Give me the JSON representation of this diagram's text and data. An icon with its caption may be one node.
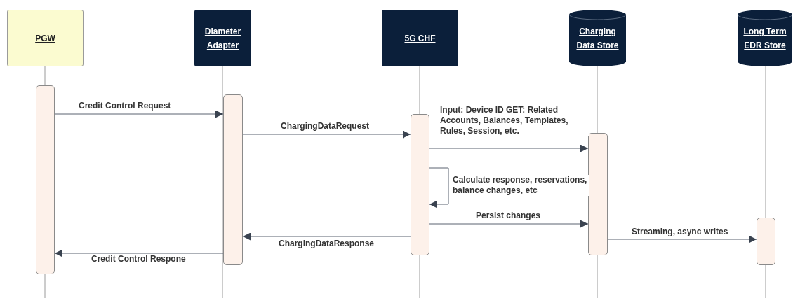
{
  "diagram": {
    "nodes": [
      {
        "text": [
          "PGW"
        ]
      },
      {
        "text": [
          "Diameter Adapter"
        ]
      },
      {
        "text": [
          "5G CHF"
        ]
      },
      {
        "text": [
          "Charging Data Store"
        ]
      },
      {
        "text": [
          "Long Term EDR Store"
        ]
      },
      {
        "text": [],
        "shape": "bar"
      },
      {
        "text": [],
        "shape": "bar"
      },
      {
        "text": [],
        "shape": "bar"
      },
      {
        "text": [],
        "shape": "bar"
      },
      {
        "text": [],
        "shape": "bar"
      }
    ],
    "edges": [
      {
        "from": 5,
        "to": 6,
        "arrow": "to",
        "label": "Credit Control Request"
      },
      {
        "from": 6,
        "to": 7,
        "arrow": "to",
        "label": "ChargingDataRequest"
      },
      {
        "from": 7,
        "to": 8,
        "arrow": "to",
        "label": "Input: Device ID GET: Related Accounts, Balances, Templates, Rules, Session, etc."
      },
      {
        "from": 7,
        "to": 7,
        "arrow": "to",
        "label": "Calculate response, reservations, balance changes, etc"
      },
      {
        "from": 7,
        "to": 8,
        "arrow": "to",
        "label": "Persist changes"
      },
      {
        "from": 7,
        "to": 6,
        "arrow": "to",
        "label": "ChargingDataResponse"
      },
      {
        "from": 6,
        "to": 5,
        "arrow": "to",
        "label": "Credit Control Respone"
      },
      {
        "from": 8,
        "to": 9,
        "arrow": "to",
        "label": "Streaming, async writes"
      }
    ]
  }
}
